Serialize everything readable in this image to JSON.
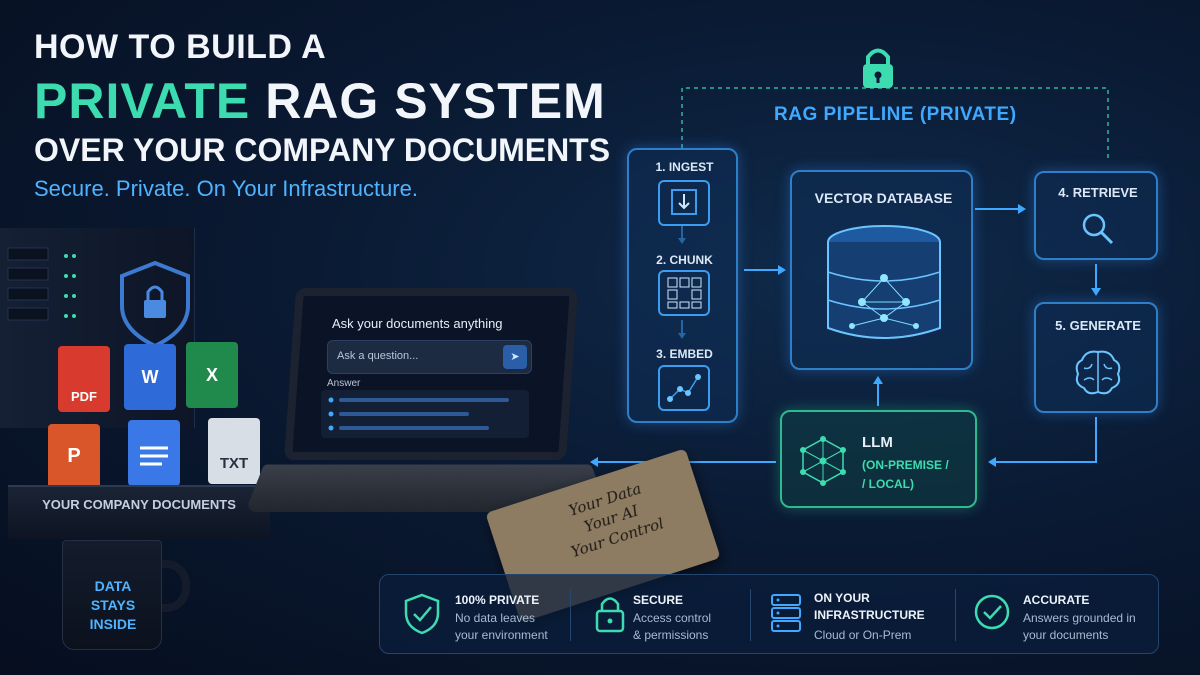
{
  "header": {
    "line1": "HOW TO BUILD A",
    "line2_highlight": "PRIVATE",
    "line2_rest": "RAG SYSTEM",
    "line3": "OVER YOUR COMPANY DOCUMENTS",
    "subtitle": "Secure. Private. On Your Infrastructure."
  },
  "pipeline": {
    "title": "RAG PIPELINE (PRIVATE)",
    "stages": [
      {
        "label": "1. INGEST",
        "icon": "download-icon"
      },
      {
        "label": "2. CHUNK",
        "icon": "chunks-icon"
      },
      {
        "label": "3. EMBED",
        "icon": "embedding-icon"
      }
    ],
    "vector_db": "VECTOR DATABASE",
    "retrieve": "4. RETRIEVE",
    "generate": "5. GENERATE",
    "llm": {
      "title": "LLM",
      "sub1": "(ON-PREMISE /",
      "sub2": "/ LOCAL)"
    }
  },
  "chat": {
    "title": "Ask your documents anything",
    "placeholder": "Ask a question...",
    "answer_label": "Answer"
  },
  "documents": {
    "pdf": "PDF",
    "word": "W",
    "excel": "X",
    "ppt": "P",
    "txt": "TXT",
    "shelf_label": "YOUR COMPANY DOCUMENTS"
  },
  "mug": {
    "line1": "DATA",
    "line2": "STAYS",
    "line3": "INSIDE"
  },
  "notebook": {
    "line1": "Your Data",
    "line2": "Your AI",
    "line3": "Your Control"
  },
  "features": [
    {
      "title": "100% PRIVATE",
      "desc1": "No data leaves",
      "desc2": "your environment",
      "icon": "shield-check-icon"
    },
    {
      "title": "SECURE",
      "desc1": "Access control",
      "desc2": "& permissions",
      "icon": "lock-icon"
    },
    {
      "title": "ON YOUR",
      "title2": "INFRASTRUCTURE",
      "desc1": "Cloud or On-Prem",
      "icon": "server-icon"
    },
    {
      "title": "ACCURATE",
      "desc1": "Answers grounded in",
      "desc2": "your documents",
      "icon": "check-circle-icon"
    }
  ],
  "colors": {
    "accent": "#3ddcb0",
    "blue": "#3fa9ff",
    "bg": "#0a1a33"
  }
}
